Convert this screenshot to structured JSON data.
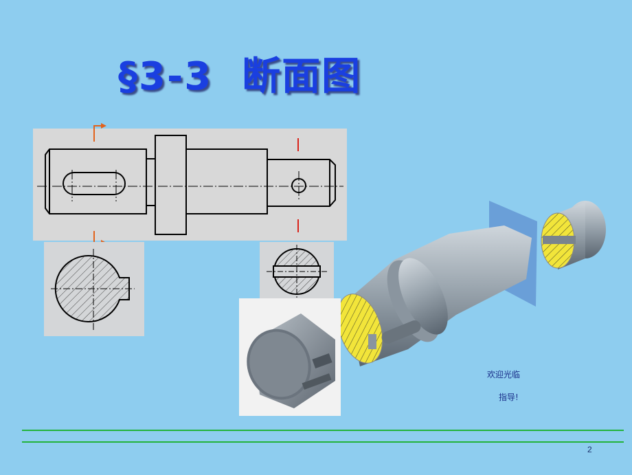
{
  "slide": {
    "title": "§3-3  断面图",
    "greeting_line1": "欢迎光临",
    "greeting_line2": "指导!",
    "page_number": "2"
  },
  "colors": {
    "background": "#8ecdef",
    "title": "#1a3fe0",
    "rule": "#22b33a",
    "section_arrow": "#e2621b"
  }
}
